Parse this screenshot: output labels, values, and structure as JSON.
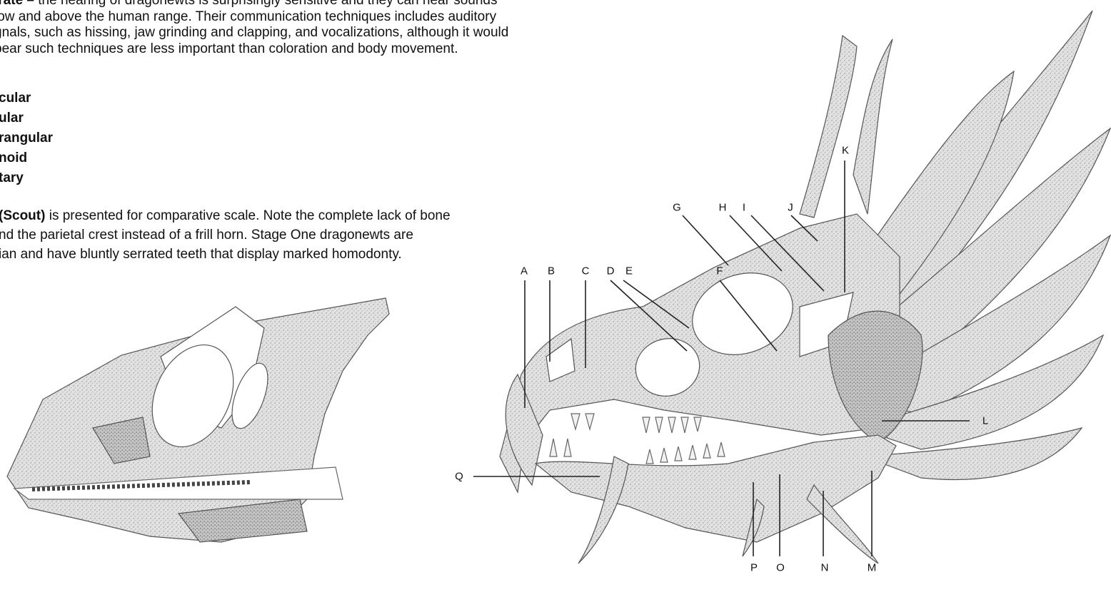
{
  "text": {
    "top_fragment": "...",
    "para_bold": "lrate –",
    "para_line1": " the hearing of dragonewts is surprisingly sensitive and they can hear sounds",
    "para_line2": "low and above the human range. Their communication techniques includes auditory",
    "para_line3": "gnals, such as hissing, jaw grinding and clapping, and vocalizations, although it would",
    "para_line4": "pear such techniques are less important than coloration and body movement.",
    "bone_list": [
      "cular",
      "ular",
      "rangular",
      "noid",
      "tary"
    ],
    "scout_bold": "(Scout)",
    "scout_line1": " is presented for comparative scale. Note the complete lack of bone",
    "scout_line2": "nd the parietal crest instead of a frill horn. Stage One dragonewts are",
    "scout_line3": "ian and have bluntly serrated teeth that display marked homodonty."
  },
  "labels": [
    "A",
    "B",
    "C",
    "D",
    "E",
    "F",
    "G",
    "H",
    "I",
    "J",
    "K",
    "L",
    "M",
    "N",
    "O",
    "P",
    "Q"
  ],
  "colors": {
    "ink": "#111111",
    "bone": "#d9d9d9",
    "bone_dark": "#9a9a9a"
  }
}
